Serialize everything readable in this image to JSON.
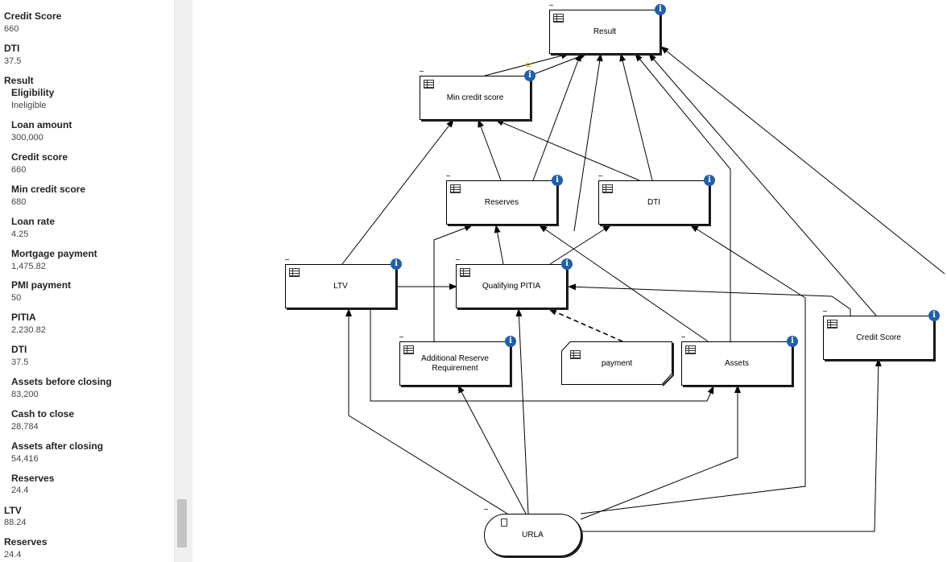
{
  "left_panel": {
    "fields": [
      {
        "label": "Credit Score",
        "value": "660"
      },
      {
        "label": "DTI",
        "value": "37.5"
      },
      {
        "label": "Result",
        "value": ""
      },
      {
        "label": "Eligibility",
        "value": "Ineligible"
      },
      {
        "label": "Loan amount",
        "value": "300,000"
      },
      {
        "label": "Credit score",
        "value": "660"
      },
      {
        "label": "Min credit score",
        "value": "680"
      },
      {
        "label": "Loan rate",
        "value": "4.25"
      },
      {
        "label": "Mortgage payment",
        "value": "1,475.82"
      },
      {
        "label": "PMI payment",
        "value": "50"
      },
      {
        "label": "PITIA",
        "value": "2,230.82"
      },
      {
        "label": "DTI",
        "value": "37.5"
      },
      {
        "label": "Assets before closing",
        "value": "83,200"
      },
      {
        "label": "Cash to close",
        "value": "28,784"
      },
      {
        "label": "Assets after closing",
        "value": "54,416"
      },
      {
        "label": "Reserves",
        "value": "24.4"
      },
      {
        "label": "LTV",
        "value": "88.24"
      },
      {
        "label": "Reserves",
        "value": "24.4"
      }
    ]
  },
  "diagram": {
    "nodes": {
      "result": "Result",
      "min_credit_score": "Min credit score",
      "reserves": "Reserves",
      "dti": "DTI",
      "ltv": "LTV",
      "qualifying_pitia": "Qualifying PITIA",
      "additional_reserve_line1": "Additional Reserve",
      "additional_reserve_line2": "Requirement",
      "payment": "payment",
      "assets": "Assets",
      "credit_score": "Credit Score",
      "urla": "URLA"
    },
    "info_glyph": "i",
    "node_icons": {
      "decision": "table-icon",
      "bkm": "table-icon",
      "input": "document-icon",
      "info": "info-icon"
    },
    "colors": {
      "info": "#1f5fae",
      "edge": "#000000"
    }
  }
}
